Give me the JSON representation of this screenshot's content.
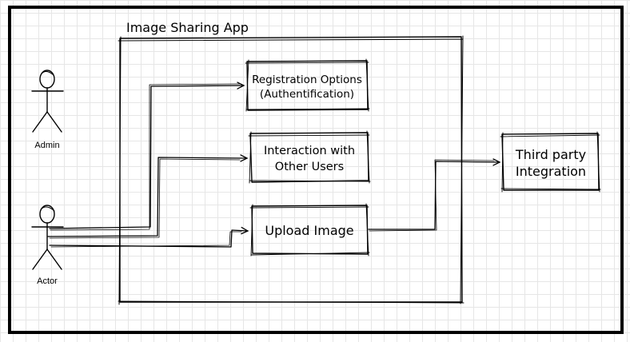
{
  "system": {
    "title": "Image Sharing App"
  },
  "actors": [
    {
      "id": "admin",
      "label": "Admin"
    },
    {
      "id": "actor",
      "label": "Actor"
    }
  ],
  "use_cases": [
    {
      "id": "registration",
      "lines": [
        "Registration Options",
        "(Authentification)"
      ]
    },
    {
      "id": "interaction",
      "lines": [
        "Interaction with",
        "Other Users"
      ]
    },
    {
      "id": "upload",
      "lines": [
        "Upload Image"
      ]
    }
  ],
  "external": {
    "id": "third-party",
    "lines": [
      "Third party",
      "Integration"
    ]
  },
  "connections": [
    {
      "from": "actor",
      "to": "registration"
    },
    {
      "from": "actor",
      "to": "interaction"
    },
    {
      "from": "actor",
      "to": "upload"
    },
    {
      "from": "upload",
      "to": "third-party"
    }
  ],
  "colors": {
    "stroke": "#000000",
    "grid": "#e6e6e6",
    "background": "#ffffff"
  }
}
